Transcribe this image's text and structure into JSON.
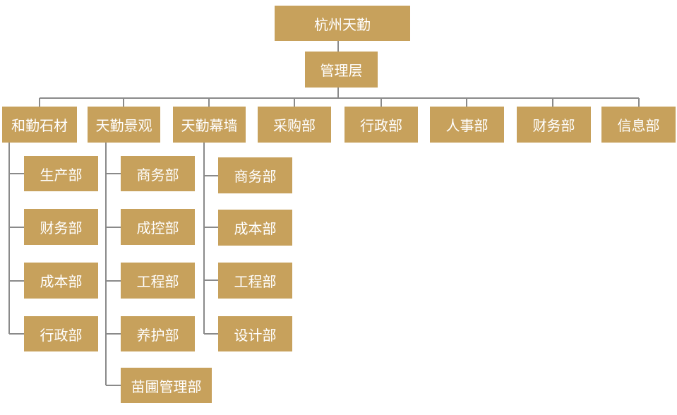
{
  "org": {
    "root": "杭州天勤",
    "mgmt": "管理层",
    "departments": [
      {
        "name": "和勤石材",
        "children": [
          "生产部",
          "财务部",
          "成本部",
          "行政部"
        ]
      },
      {
        "name": "天勤景观",
        "children": [
          "商务部",
          "成控部",
          "工程部",
          "养护部",
          "苗圃管理部"
        ]
      },
      {
        "name": "天勤幕墙",
        "children": [
          "商务部",
          "成本部",
          "工程部",
          "设计部"
        ]
      },
      {
        "name": "采购部"
      },
      {
        "name": "行政部"
      },
      {
        "name": "人事部"
      },
      {
        "name": "财务部"
      },
      {
        "name": "信息部"
      }
    ]
  }
}
